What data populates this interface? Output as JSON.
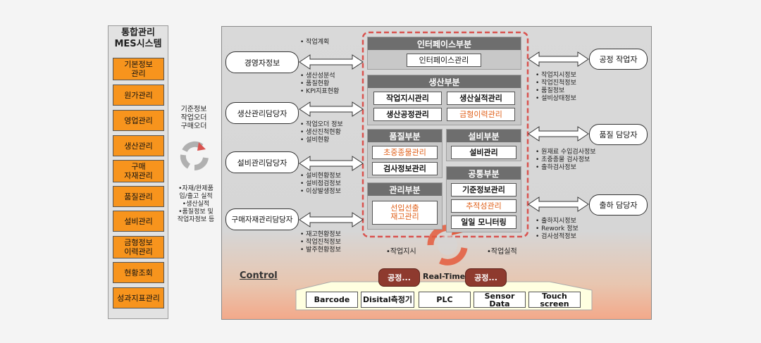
{
  "left": {
    "title": "통합관리\nMES시스템",
    "items": [
      "기본정보\n관리",
      "원가관리",
      "영업관리",
      "생산관리",
      "구매\n자재관리",
      "품질관리",
      "설비관리",
      "금형정보\n이력관리",
      "현황조회",
      "성과지표관리"
    ]
  },
  "cycle_top_text": "기준정보\n작업오더\n구매오더",
  "cycle_bottom_text": "•자재/완제품\n입/출고 실적\n•생산실적\n•품질정보 및\n작업자정보 등",
  "actors_left": [
    {
      "label": "경영자정보",
      "note_above": "• 작업계획",
      "note_below": "• 생산성분석\n• 품질현황\n• KPI지표현황"
    },
    {
      "label": "생산관리담당자",
      "note_below": "• 작업오더 정보\n• 생산진척현황\n• 설비현황"
    },
    {
      "label": "설비관리담당자",
      "note_below": "• 설비현황정보\n• 설비점검정보\n• 이상발생정보"
    },
    {
      "label": "구매자재관리담당자",
      "note_below": "• 재고현황정보\n• 작업진척정보\n• 발주현황정보"
    }
  ],
  "actors_right": [
    {
      "label": "공정 작업자",
      "note_below": "• 작업지시정보\n• 작업진척정보\n• 품질정보\n• 설비상태정보"
    },
    {
      "label": "품질 담당자",
      "note_below": "• 원재료 수입검사정보\n• 초중종물 검사정보\n• 출하검사정보"
    },
    {
      "label": "출하 담당자",
      "note_below": "• 출하지시정보\n• Rework 정보\n• 검사성적정보"
    }
  ],
  "sections": {
    "interface": {
      "title": "인터페이스부분",
      "items": [
        "인터페이스관리"
      ]
    },
    "production": {
      "title": "생산부분",
      "items": [
        "작업지시관리",
        "생산실적관리",
        "생산공정관리",
        "금형이력관리"
      ]
    },
    "quality": {
      "title": "품질부분",
      "items": [
        "초중종물관리",
        "검사정보관리"
      ]
    },
    "equipment": {
      "title": "설비부분",
      "items": [
        "설비관리"
      ]
    },
    "common": {
      "title": "공통부분",
      "items": [
        "기준정보관리",
        "추적성관리",
        "일일 모니터링"
      ]
    },
    "management": {
      "title": "관리부분",
      "items": [
        "선입선출\n재고관리"
      ]
    }
  },
  "bottom": {
    "work_order": "•작업지시",
    "work_result": "•작업실적",
    "control": "Control",
    "realtime": "Real-Time",
    "process_left": "공정...",
    "process_right": "공정...",
    "hardware": [
      "Barcode",
      "Disital측정기",
      "PLC",
      "Sensor Data",
      "Touch\nscreen"
    ]
  },
  "colors": {
    "orange": "#f7941d",
    "dashed_border": "#d9534f",
    "section_header": "#6e6e6e",
    "highlight_text": "#e0601a"
  }
}
